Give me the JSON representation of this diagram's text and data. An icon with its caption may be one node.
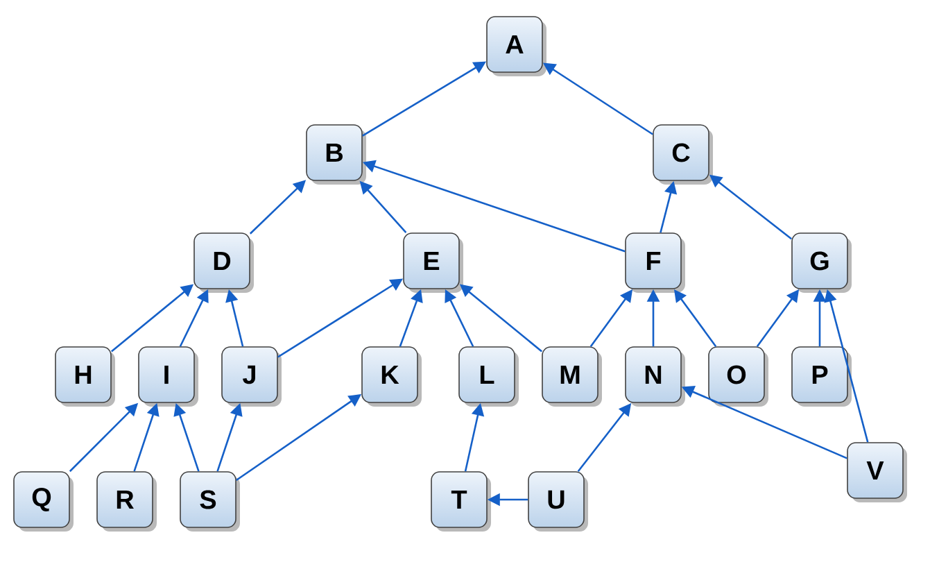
{
  "diagram": {
    "nodes": [
      {
        "text": [
          "A"
        ]
      },
      {
        "text": [
          "B"
        ]
      },
      {
        "text": [
          "C"
        ]
      },
      {
        "text": [
          "D"
        ]
      },
      {
        "text": [
          "E"
        ]
      },
      {
        "text": [
          "F"
        ]
      },
      {
        "text": [
          "G"
        ]
      },
      {
        "text": [
          "H"
        ]
      },
      {
        "text": [
          "I"
        ]
      },
      {
        "text": [
          "J"
        ]
      },
      {
        "text": [
          "K"
        ]
      },
      {
        "text": [
          "L"
        ]
      },
      {
        "text": [
          "M"
        ]
      },
      {
        "text": [
          "N"
        ]
      },
      {
        "text": [
          "O"
        ]
      },
      {
        "text": [
          "P"
        ]
      },
      {
        "text": [
          "Q"
        ]
      },
      {
        "text": [
          "R"
        ]
      },
      {
        "text": [
          "S"
        ]
      },
      {
        "text": [
          "T"
        ]
      },
      {
        "text": [
          "U"
        ]
      },
      {
        "text": [
          "V"
        ]
      }
    ],
    "edges": [
      {
        "from": 1,
        "to": 0,
        "arrow": "to"
      },
      {
        "from": 2,
        "to": 0,
        "arrow": "to"
      },
      {
        "from": 3,
        "to": 1,
        "arrow": "to"
      },
      {
        "from": 4,
        "to": 1,
        "arrow": "to"
      },
      {
        "from": 5,
        "to": 1,
        "arrow": "to"
      },
      {
        "from": 5,
        "to": 2,
        "arrow": "to"
      },
      {
        "from": 6,
        "to": 2,
        "arrow": "to"
      },
      {
        "from": 7,
        "to": 3,
        "arrow": "to"
      },
      {
        "from": 8,
        "to": 3,
        "arrow": "to"
      },
      {
        "from": 9,
        "to": 3,
        "arrow": "to"
      },
      {
        "from": 9,
        "to": 4,
        "arrow": "to"
      },
      {
        "from": 10,
        "to": 4,
        "arrow": "to"
      },
      {
        "from": 11,
        "to": 4,
        "arrow": "to"
      },
      {
        "from": 12,
        "to": 4,
        "arrow": "to"
      },
      {
        "from": 12,
        "to": 5,
        "arrow": "to"
      },
      {
        "from": 13,
        "to": 5,
        "arrow": "to"
      },
      {
        "from": 14,
        "to": 5,
        "arrow": "to"
      },
      {
        "from": 14,
        "to": 6,
        "arrow": "to"
      },
      {
        "from": 15,
        "to": 6,
        "arrow": "to"
      },
      {
        "from": 21,
        "to": 6,
        "arrow": "to"
      },
      {
        "from": 16,
        "to": 8,
        "arrow": "to"
      },
      {
        "from": 17,
        "to": 8,
        "arrow": "to"
      },
      {
        "from": 18,
        "to": 8,
        "arrow": "to"
      },
      {
        "from": 18,
        "to": 9,
        "arrow": "to"
      },
      {
        "from": 18,
        "to": 10,
        "arrow": "to"
      },
      {
        "from": 19,
        "to": 11,
        "arrow": "to"
      },
      {
        "from": 20,
        "to": 19,
        "arrow": "to"
      },
      {
        "from": 20,
        "to": 13,
        "arrow": "to"
      },
      {
        "from": 21,
        "to": 13,
        "arrow": "to"
      }
    ]
  }
}
